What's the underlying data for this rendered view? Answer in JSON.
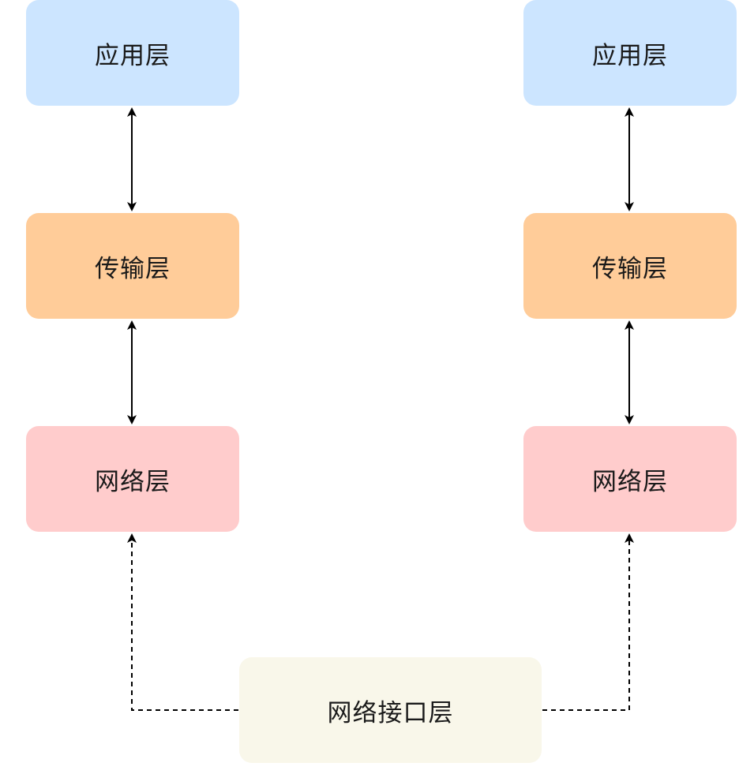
{
  "left_stack": {
    "application": {
      "label": "应用层"
    },
    "transport": {
      "label": "传输层"
    },
    "network": {
      "label": "网络层"
    }
  },
  "right_stack": {
    "application": {
      "label": "应用层"
    },
    "transport": {
      "label": "传输层"
    },
    "network": {
      "label": "网络层"
    }
  },
  "interface": {
    "label": "网络接口层"
  },
  "colors": {
    "application": "#cce5ff",
    "transport": "#ffcc99",
    "network": "#ffcccc",
    "interface": "#f9f7ea",
    "arrow": "#000000"
  }
}
